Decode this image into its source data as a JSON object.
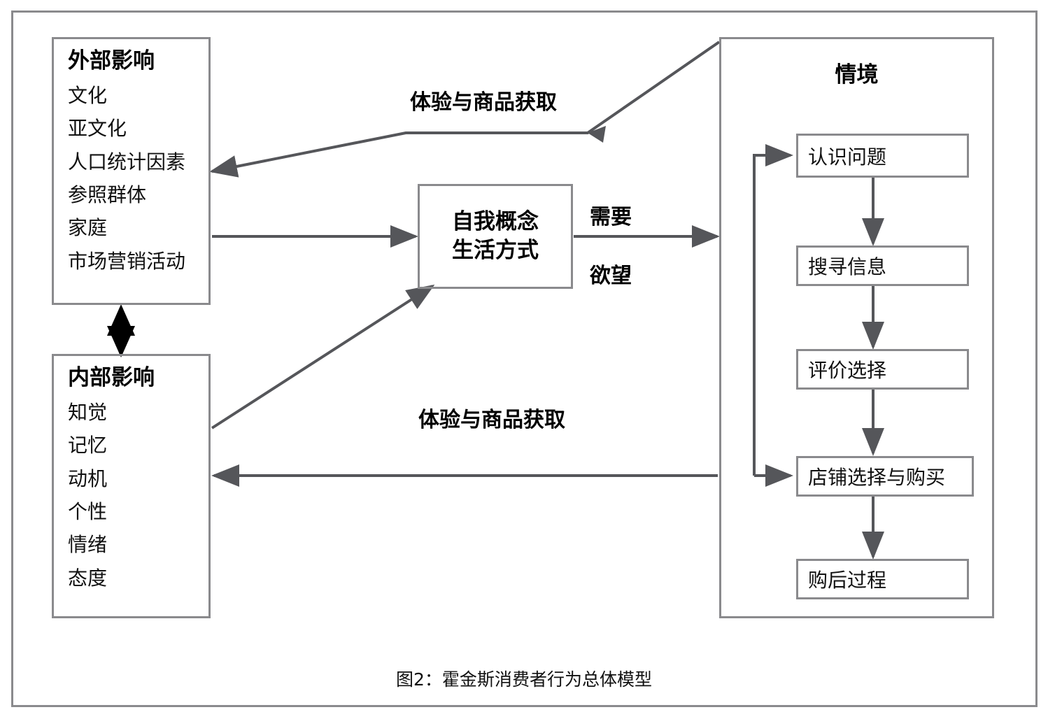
{
  "figure": {
    "caption": "图2：霍金斯消费者行为总体模型",
    "line_color": "#8a8a8d",
    "arrow_color": "#55565a",
    "accent_black": "#000000"
  },
  "external_influences": {
    "title": "外部影响",
    "items": [
      "文化",
      "亚文化",
      "人口统计因素",
      "参照群体",
      "家庭",
      "市场营销活动"
    ]
  },
  "internal_influences": {
    "title": "内部影响",
    "items": [
      "知觉",
      "记忆",
      "动机",
      "个性",
      "情绪",
      "态度"
    ]
  },
  "self_concept": {
    "line1": "自我概念",
    "line2": "生活方式"
  },
  "situation": {
    "title": "情境",
    "steps": [
      "认识问题",
      "搜寻信息",
      "评价选择",
      "店铺选择与购买",
      "购后过程"
    ]
  },
  "edge_labels": {
    "top_exchange": "体验与商品获取",
    "bottom_exchange": "体验与商品获取",
    "need": "需要",
    "want": "欲望"
  }
}
